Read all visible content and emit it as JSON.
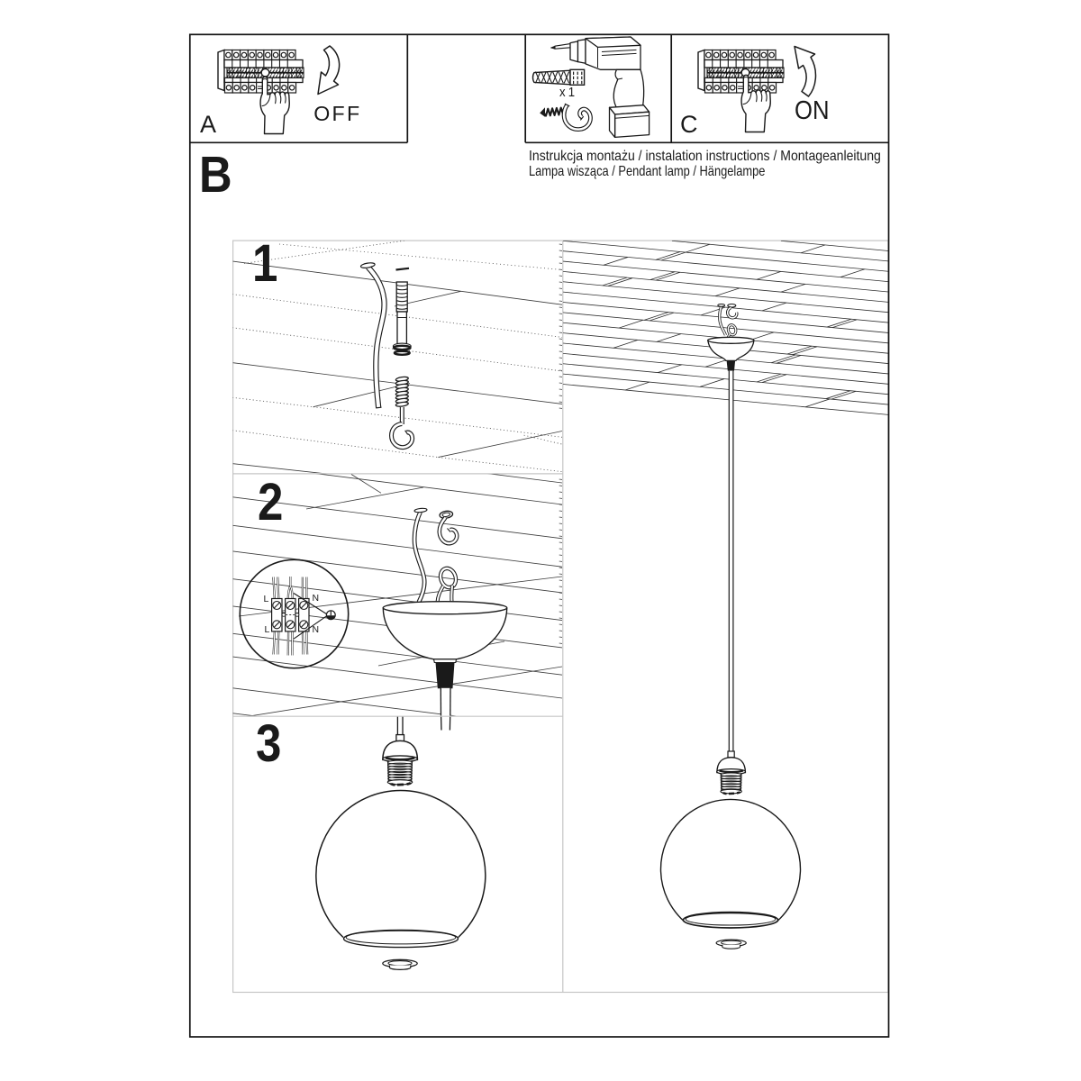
{
  "page": {
    "background": "#ffffff",
    "ink_color": "#1a1a1a",
    "divider_color": "#c5c5c5"
  },
  "top_row": {
    "box_power_off": {
      "label": "A",
      "action": "OFF"
    },
    "box_tools": {
      "quantity_label": "x 1"
    },
    "box_power_on": {
      "label": "C",
      "action": "ON"
    }
  },
  "section_label": "B",
  "captions": {
    "line1": "Instrukcja montażu / instalation instructions / Montageanleitung",
    "line2": "Lampa wisząca / Pendant lamp / Hängelampe"
  },
  "steps": [
    {
      "number": "1"
    },
    {
      "number": "2"
    },
    {
      "number": "3"
    }
  ],
  "wiring_detail": {
    "top_left": "L",
    "top_right": "N",
    "bottom_left": "L",
    "bottom_right": "N"
  }
}
